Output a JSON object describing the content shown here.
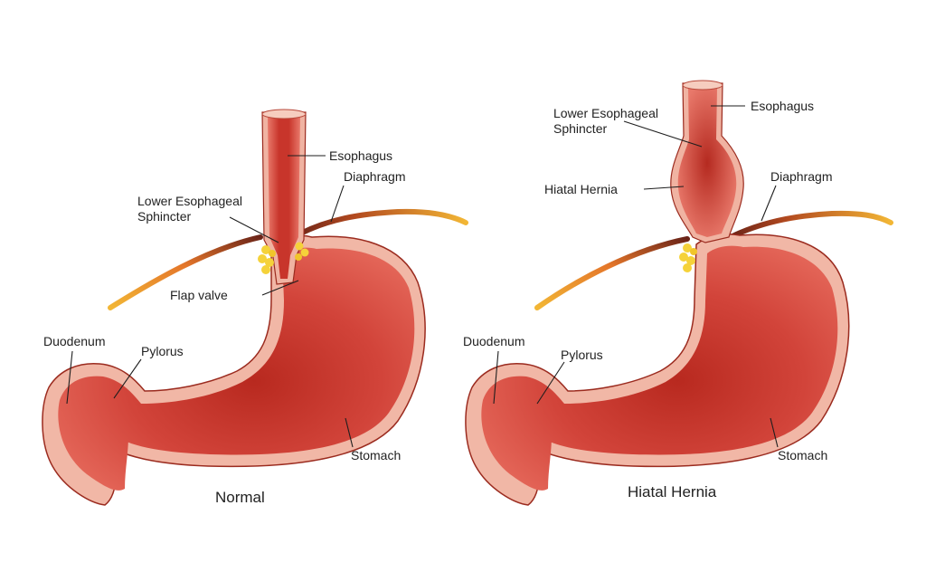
{
  "colors": {
    "tissue_outer": "#f0b8a8",
    "tissue_dark": "#c23a2e",
    "tissue_mid": "#d94a3f",
    "lumen": "#e25a4d",
    "diaphragm_brown": "#6b2418",
    "diaphragm_orange": "#e98a2a",
    "diaphragm_yellow": "#f0b030",
    "fat": "#f5d23a"
  },
  "normal": {
    "caption": "Normal",
    "labels": {
      "esophagus": "Esophagus",
      "diaphragm": "Diaphragm",
      "les_line1": "Lower Esophageal",
      "les_line2": "Sphincter",
      "flap_valve": "Flap valve",
      "duodenum": "Duodenum",
      "pylorus": "Pylorus",
      "stomach": "Stomach"
    }
  },
  "hernia": {
    "caption": "Hiatal Hernia",
    "labels": {
      "esophagus": "Esophagus",
      "les_line1": "Lower Esophageal",
      "les_line2": "Sphincter",
      "hiatal_hernia": "Hiatal Hernia",
      "diaphragm": "Diaphragm",
      "duodenum": "Duodenum",
      "pylorus": "Pylorus",
      "stomach": "Stomach"
    }
  }
}
